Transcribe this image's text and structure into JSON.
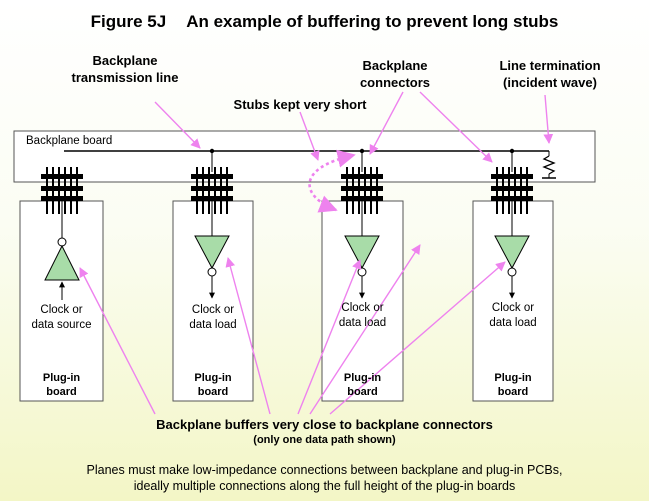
{
  "figure": {
    "number": "Figure 5J",
    "caption": "An example of buffering to prevent long stubs"
  },
  "callouts": {
    "transmission_line": [
      "Backplane",
      "transmission line"
    ],
    "connectors": [
      "Backplane",
      "connectors"
    ],
    "termination": [
      "Line termination",
      "(incident wave)"
    ],
    "stubs": "Stubs kept very short"
  },
  "backplane_label": "Backplane board",
  "boards": [
    {
      "function": [
        "Clock or",
        "data source"
      ],
      "name": [
        "Plug-in",
        "board"
      ]
    },
    {
      "function": [
        "Clock or",
        "data load"
      ],
      "name": [
        "Plug-in",
        "board"
      ]
    },
    {
      "function": [
        "Clock or",
        "data load"
      ],
      "name": [
        "Plug-in",
        "board"
      ]
    },
    {
      "function": [
        "Clock or",
        "data load"
      ],
      "name": [
        "Plug-in",
        "board"
      ]
    }
  ],
  "buffers_note": {
    "main": "Backplane buffers very close to backplane connectors",
    "sub": "(only one data path shown)"
  },
  "footer": [
    "Planes must make low-impedance connections between backplane and plug-in PCBs,",
    "ideally multiple connections along the full height of the plug-in boards"
  ],
  "colors": {
    "arrow": "#ee82ee",
    "buffer_fill": "#a8dca8",
    "board_fill": "#ffffff",
    "line": "#000000"
  }
}
